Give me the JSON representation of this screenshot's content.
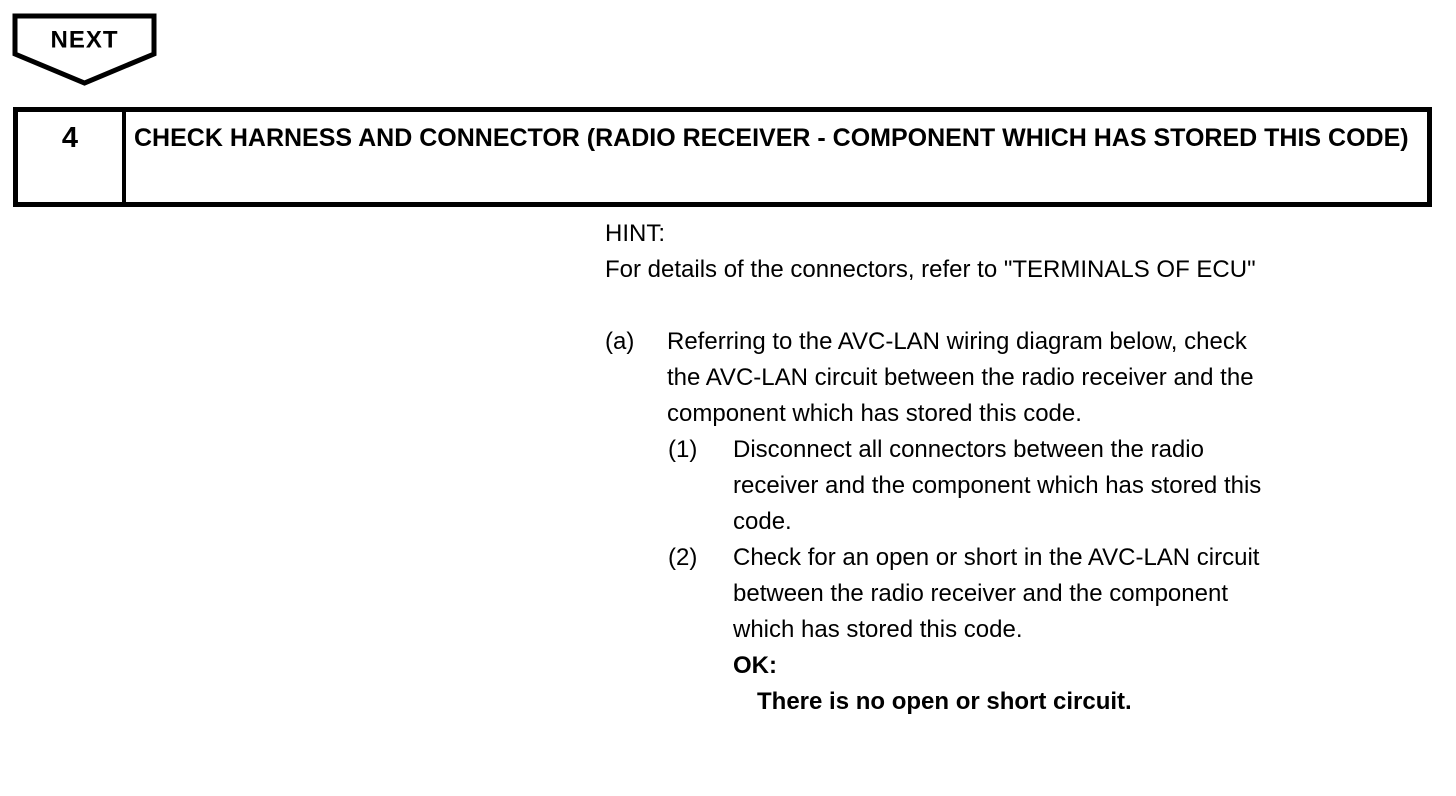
{
  "next_button": {
    "label": "NEXT"
  },
  "step": {
    "number": "4",
    "title": "CHECK HARNESS AND CONNECTOR (RADIO RECEIVER - COMPONENT WHICH HAS STORED THIS CODE)"
  },
  "hint": {
    "label": "HINT:",
    "text": "For details of the connectors, refer to \"TERMINALS OF ECU\""
  },
  "item_a": {
    "marker": "(a)",
    "text": "Referring to the AVC-LAN wiring diagram below, check\nthe AVC-LAN circuit between the radio receiver and the\ncomponent which has stored this code.",
    "substeps": [
      {
        "marker": "(1)",
        "text": "Disconnect all connectors between the radio\nreceiver and the component which has stored this\ncode."
      },
      {
        "marker": "(2)",
        "text": "Check for an open or short in the AVC-LAN circuit\nbetween the radio receiver and the component\nwhich has stored this code."
      }
    ],
    "ok_label": "OK:",
    "ok_result": "There is no open or short circuit."
  }
}
